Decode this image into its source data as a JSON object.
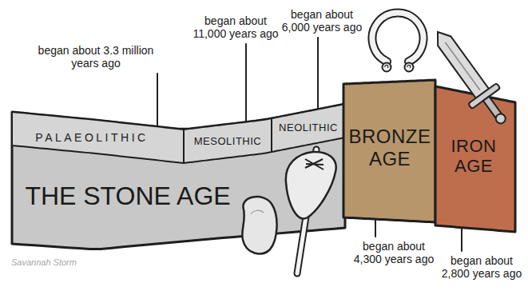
{
  "diagram": {
    "nodes": [
      {
        "text": [
          "THE STONE AGE"
        ]
      },
      {
        "text": [
          "PALAEOLITHIC"
        ],
        "in": 0
      },
      {
        "text": [
          "MESOLITHIC"
        ],
        "in": 0
      },
      {
        "text": [
          "NEOLITHIC"
        ],
        "in": 0
      },
      {
        "text": [
          "BRONZE AGE"
        ]
      },
      {
        "text": [
          "IRON AGE"
        ]
      }
    ],
    "labels": [
      "began about 3.3 million years ago",
      "began about 11,000 years ago",
      "began about 6,000 years ago",
      "began about 4,300 years ago",
      "began about 2,800 years ago",
      "Savannah Storm"
    ]
  }
}
